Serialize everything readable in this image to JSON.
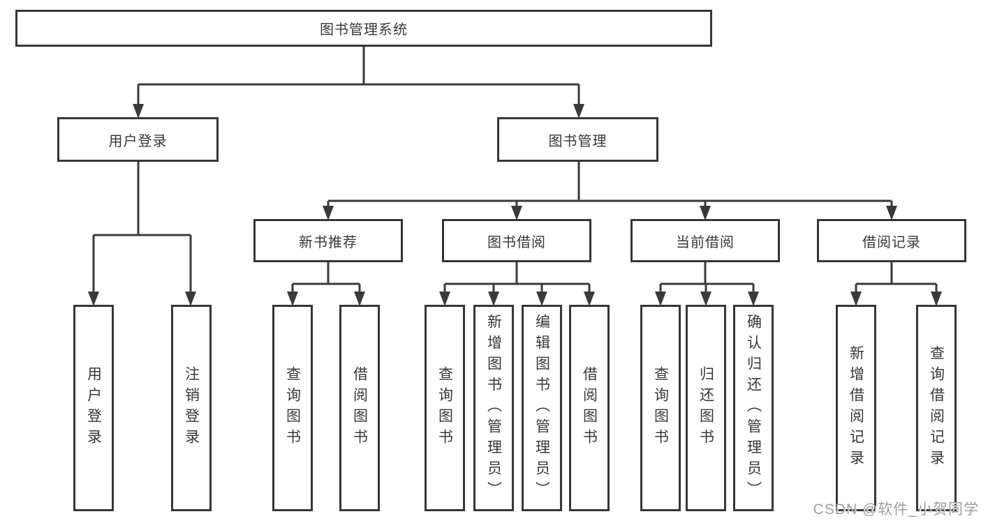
{
  "diagram": {
    "root": {
      "label": "图书管理系统",
      "children": [
        {
          "label": "用户登录",
          "children": [
            {
              "label": "用户登录"
            },
            {
              "label": "注销登录"
            }
          ]
        },
        {
          "label": "图书管理",
          "children": [
            {
              "label": "新书推荐",
              "children": [
                {
                  "label": "查询图书"
                },
                {
                  "label": "借阅图书"
                }
              ]
            },
            {
              "label": "图书借阅",
              "children": [
                {
                  "label": "查询图书"
                },
                {
                  "label": "新增图书（管理员）"
                },
                {
                  "label": "编辑图书（管理员）"
                },
                {
                  "label": "借阅图书"
                }
              ]
            },
            {
              "label": "当前借阅",
              "children": [
                {
                  "label": "查询图书"
                },
                {
                  "label": "归还图书"
                },
                {
                  "label": "确认归还（管理员）"
                }
              ]
            },
            {
              "label": "借阅记录",
              "children": [
                {
                  "label": "新增借阅记录"
                },
                {
                  "label": "查询借阅记录"
                }
              ]
            }
          ]
        }
      ]
    }
  },
  "colors": {
    "line": "#3a3a3a",
    "box_border": "#363636",
    "text": "#383838",
    "watermark": "#9e9e9e",
    "background": "#ffffff"
  },
  "watermark": {
    "text": "CSDN @软件_小贺同学"
  }
}
